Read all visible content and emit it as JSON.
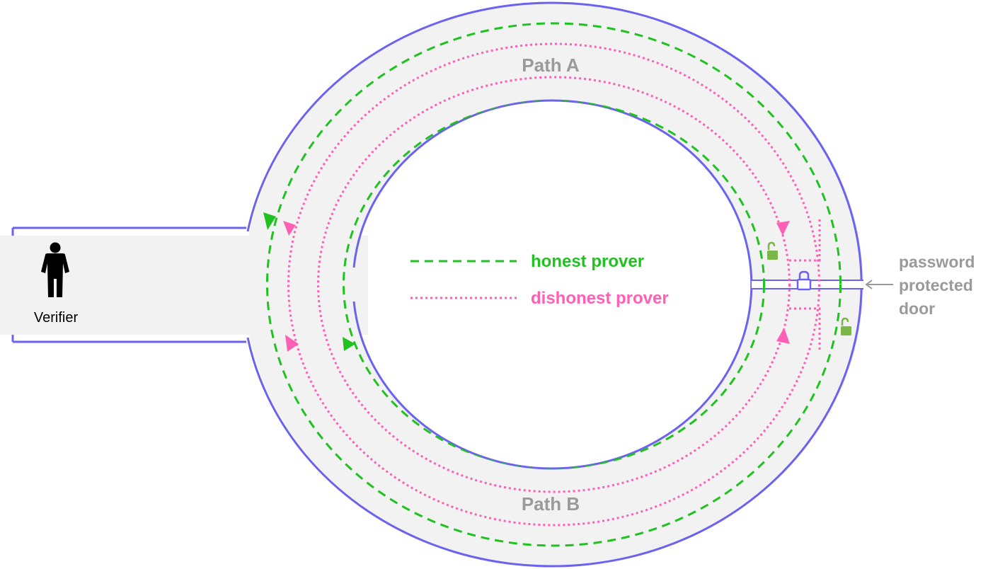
{
  "labels": {
    "path_a": "Path A",
    "path_b": "Path B",
    "verifier": "Verifier",
    "door_line1": "password",
    "door_line2": "protected",
    "door_line3": "door"
  },
  "legend": {
    "honest": "honest prover",
    "dishonest": "dishonest prover"
  },
  "colors": {
    "wall": "#6b63f0",
    "floor": "#f2f2f2",
    "honest": "#1fc21f",
    "dishonest": "#ff5fb4",
    "path_label": "#9a9a9a",
    "door_label": "#9a9a9a",
    "lock_open": "#7ab648",
    "lock_closed": "#6b63f0"
  },
  "icons": {
    "person": "person-icon",
    "lock_open": "padlock-open-icon",
    "lock_closed": "padlock-closed-icon",
    "arrow": "arrow-left-icon"
  }
}
